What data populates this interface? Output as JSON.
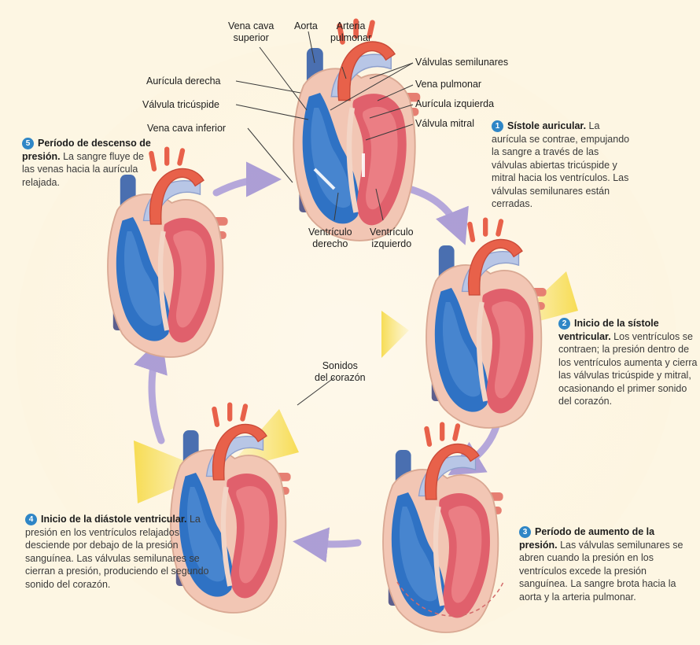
{
  "labels": {
    "vena_cava_superior": "Vena cava\nsuperior",
    "aorta": "Aorta",
    "arteria_pulmonar": "Arteria\npulmonar",
    "valvulas_semilunares": "Válvulas semilunares",
    "vena_pulmonar": "Vena pulmonar",
    "auricula_izquierda": "Aurícula izquierda",
    "valvula_mitral": "Válvula mitral",
    "auricula_derecha": "Aurícula derecha",
    "valvula_tricuspide": "Válvula tricúspide",
    "vena_cava_inferior": "Vena cava inferior",
    "ventriculo_derecho": "Ventrículo\nderecho",
    "ventriculo_izquierdo": "Ventrículo\nizquierdo",
    "sonidos_corazon": "Sonidos\ndel corazón"
  },
  "steps": [
    {
      "number": "1",
      "title": "Sístole auricular.",
      "body": " La aurícula se contrae, empujando la sangre a través de las válvulas abiertas tricúspide y mitral hacia los ventrículos. Las válvulas semilunares están cerradas."
    },
    {
      "number": "2",
      "title": "Inicio de la sístole ventricular.",
      "body": " Los ventrículos se contraen; la presión dentro de los ventrículos aumenta y cierra las válvulas tricúspide y mitral, ocasionando el primer sonido del corazón."
    },
    {
      "number": "3",
      "title": "Período de aumento de la presión.",
      "body": " Las válvulas semilunares se abren cuando la presión en los ventrículos excede la presión sanguínea. La sangre brota hacia la aorta y la arteria pulmonar."
    },
    {
      "number": "4",
      "title": "Inicio de la diástole ventricular.",
      "body": " La presión en los ventrículos relajados desciende por debajo de la presión sanguínea. Las válvulas semilunares se cierran a presión, produciendo el segundo sonido del corazón."
    },
    {
      "number": "5",
      "title": "Período de descenso de presión.",
      "body": " La sangre fluye de las venas hacia la aurícula relajada."
    }
  ],
  "colors": {
    "background": "#fdf6e3",
    "oxygen_poor_blood": "#2f72c4",
    "oxygen_rich_blood": "#e0606c",
    "heart_tissue": "#f2c6b4",
    "aorta_artery": "#e8614a",
    "cycle_arrow": "#9f8fd3",
    "sound_wave": "#f4d21c",
    "step_badge": "#2f86c6"
  }
}
